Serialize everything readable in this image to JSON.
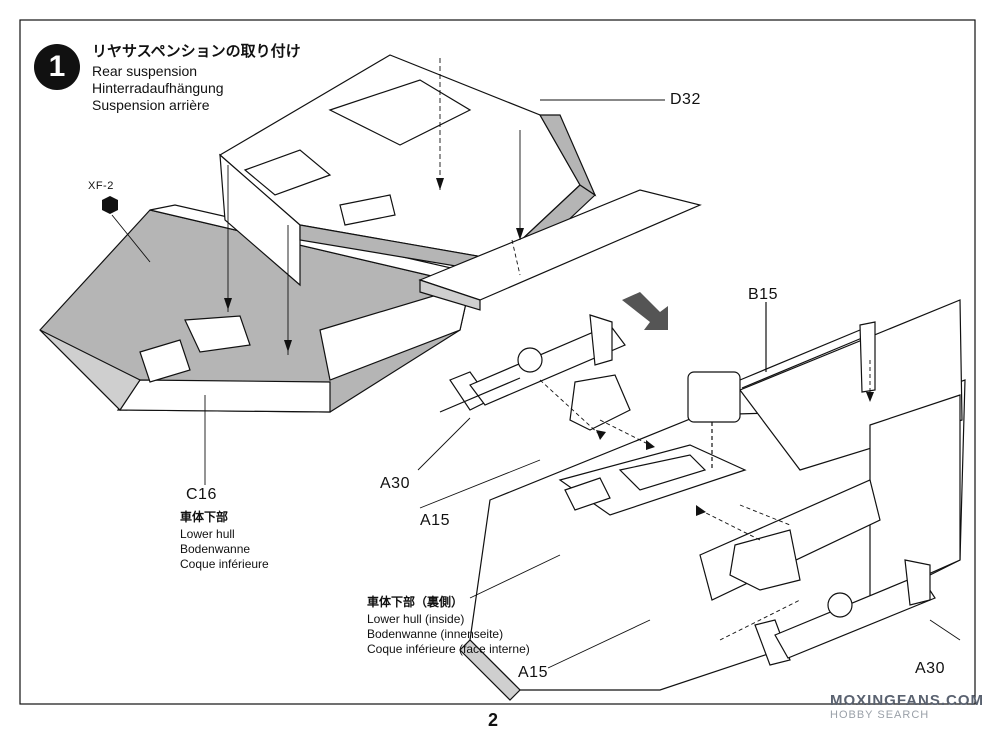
{
  "step": {
    "number": "1",
    "title_jp": "リヤサスペンションの取り付け",
    "title_en": "Rear suspension",
    "title_de": "Hinterradaufhängung",
    "title_fr": "Suspension arrière"
  },
  "parts": {
    "d32": "D32",
    "xf2": "XF-2",
    "b15": "B15",
    "a30": "A30",
    "a15_upper": "A15",
    "a15_lower": "A15",
    "a30_right": "A30",
    "c16": "C16"
  },
  "lower_hull": {
    "jp": "車体下部",
    "en": "Lower hull",
    "de": "Bodenwanne",
    "fr": "Coque inférieure"
  },
  "lower_hull_inside": {
    "jp": "車体下部（裏側）",
    "en": "Lower hull (inside)",
    "de": "Bodenwanne (innenseite)",
    "fr": "Coque inférieure (face interne)"
  },
  "page_number": "2",
  "watermark": {
    "line1": "MOXINGFANS.COM",
    "line2": "HOBBY SEARCH"
  },
  "colors": {
    "ink": "#111111",
    "shade": "#b5b5b5",
    "paper": "#ffffff"
  }
}
